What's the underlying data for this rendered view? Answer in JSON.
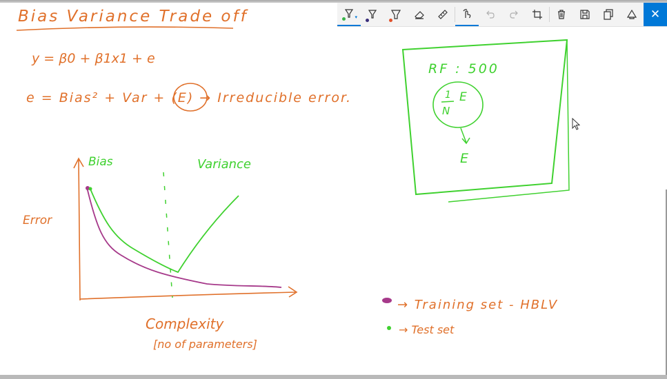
{
  "toolbar": {
    "tools": [
      {
        "name": "ballpoint-pen",
        "icon": "pen-icon",
        "color": "#3ab44a"
      },
      {
        "name": "pencil",
        "icon": "pen-icon",
        "color": "#3a2d7a"
      },
      {
        "name": "highlighter",
        "icon": "highlighter-icon",
        "color": "#e0502a"
      },
      {
        "name": "eraser",
        "icon": "eraser-icon"
      },
      {
        "name": "ruler",
        "icon": "ruler-icon"
      },
      {
        "name": "touch-writing",
        "icon": "touch-writing-icon"
      },
      {
        "name": "undo",
        "icon": "undo-icon"
      },
      {
        "name": "redo",
        "icon": "redo-icon"
      },
      {
        "name": "crop",
        "icon": "crop-icon"
      },
      {
        "name": "delete",
        "icon": "trash-icon"
      },
      {
        "name": "save",
        "icon": "save-icon"
      },
      {
        "name": "copy",
        "icon": "copy-icon"
      },
      {
        "name": "share",
        "icon": "share-icon"
      },
      {
        "name": "close",
        "icon": "close-icon",
        "label": "✕"
      }
    ]
  },
  "notes": {
    "title": "Bias Variance Trade off",
    "model_eq": "y = β0 + β1x1 + e",
    "error_eq": "e = Bias² + Var + (E) → Irreducible error.",
    "graph_axis_y_label": "Bias",
    "graph_axis_x_label": "Complexity",
    "graph_axis_x_sub": "[no of parameters]",
    "graph_error_label": "Error",
    "graph_variance_label": "Variance",
    "box_rf": "RF : 500",
    "box_fraction_num": "1",
    "box_fraction_den": "N",
    "box_e": "E",
    "box_e_result": "E",
    "legend_training": "→ Training set  - HBLV",
    "legend_test": "→ Test set"
  },
  "colors": {
    "orange_ink": "#e0702a",
    "green_ink": "#3fd12f",
    "purple_ink": "#a6398a",
    "toolbar_bg": "#f3f3f3",
    "accent": "#0078d7"
  }
}
